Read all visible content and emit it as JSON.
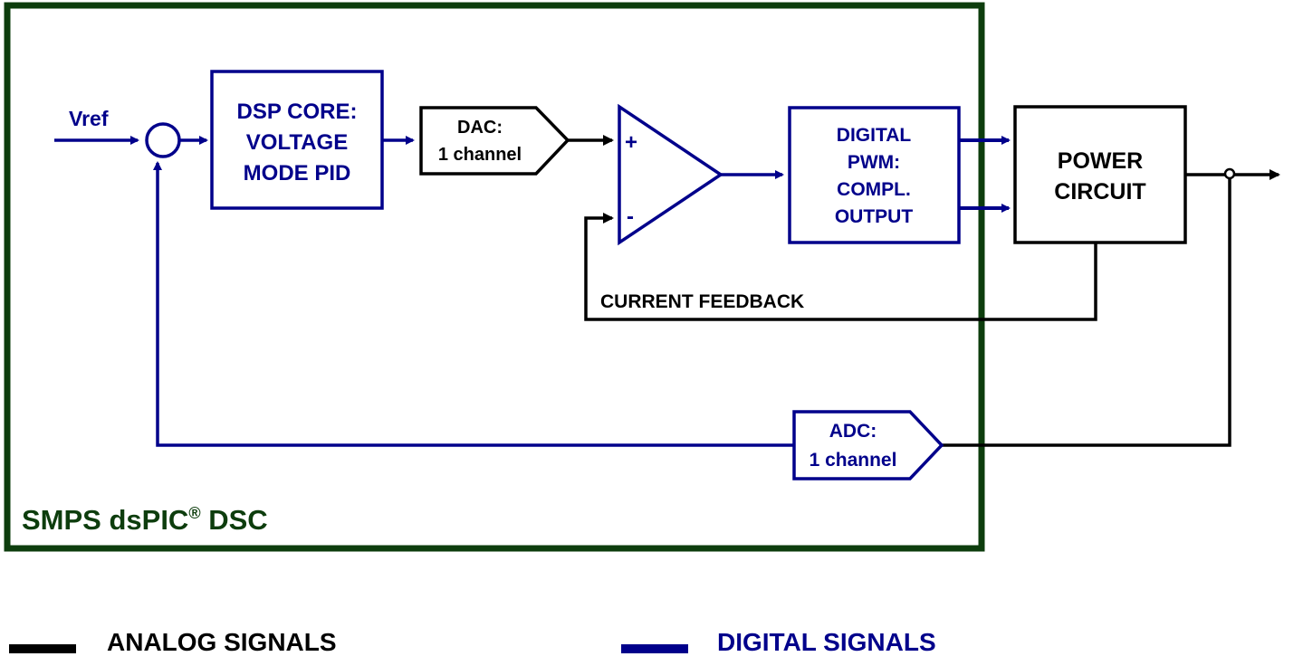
{
  "colors": {
    "analog": "#000000",
    "digital": "#00008b",
    "chip_border": "#0d3d0d"
  },
  "chip": {
    "label": "SMPS dsPIC",
    "reg": "®",
    "suffix": " DSC"
  },
  "input": {
    "label": "Vref"
  },
  "blocks": {
    "dsp_core": [
      "DSP CORE:",
      "VOLTAGE",
      "MODE PID"
    ],
    "dac": [
      "DAC:",
      "1 channel"
    ],
    "pwm": [
      "DIGITAL",
      "PWM:",
      "COMPL.",
      "OUTPUT"
    ],
    "power": [
      "POWER",
      "CIRCUIT"
    ],
    "adc": [
      "ADC:",
      "1 channel"
    ]
  },
  "comparator": {
    "plus": "+",
    "minus": "-"
  },
  "feedback_label": "CURRENT FEEDBACK",
  "legend": {
    "analog": "ANALOG  SIGNALS",
    "digital": "DIGITAL SIGNALS"
  }
}
